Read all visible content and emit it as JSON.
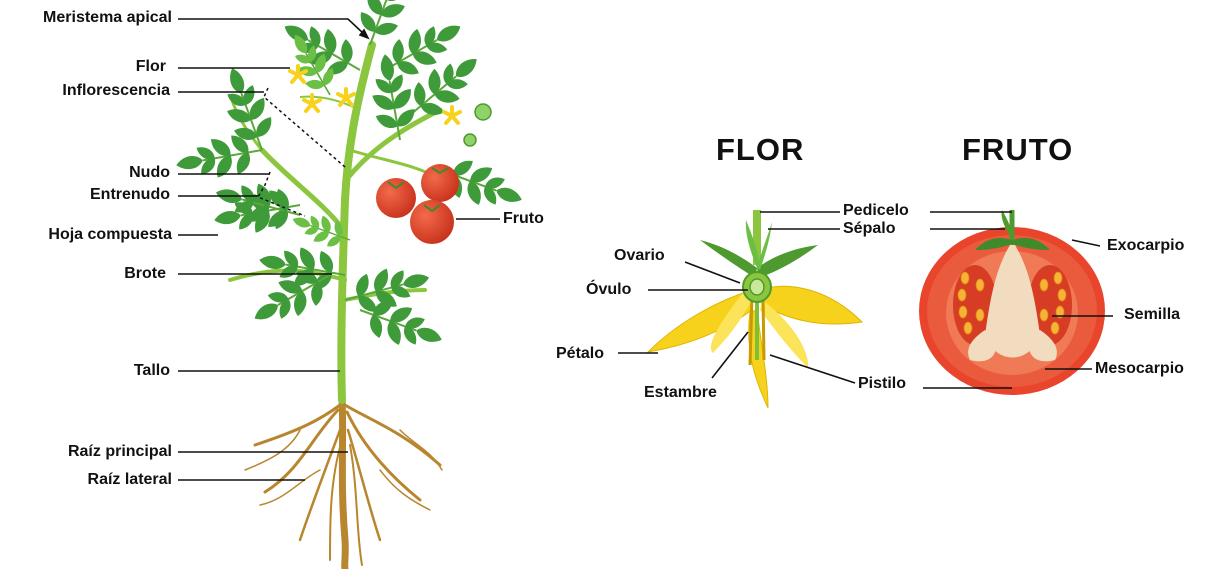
{
  "plant": {
    "labels": {
      "meristema": "Meristema apical",
      "flor": "Flor",
      "inflorescencia": "Inflorescencia",
      "nudo": "Nudo",
      "entrenudo": "Entrenudo",
      "hoja": "Hoja compuesta",
      "brote": "Brote",
      "tallo": "Tallo",
      "raiz_principal": "Raíz principal",
      "raiz_lateral": "Raíz lateral",
      "fruto": "Fruto"
    }
  },
  "flower": {
    "heading": "FLOR",
    "labels": {
      "pedicelo": "Pedicelo",
      "sepalo": "Sépalo",
      "ovario": "Ovario",
      "ovulo": "Óvulo",
      "petalo": "Pétalo",
      "estambre": "Estambre",
      "pistilo": "Pistilo"
    }
  },
  "fruit": {
    "heading": "FRUTO",
    "labels": {
      "exocarpio": "Exocarpio",
      "semilla": "Semilla",
      "mesocarpio": "Mesocarpio"
    }
  },
  "colors": {
    "leaf": "#3f9a3a",
    "leaf_light": "#6cbf45",
    "stem": "#8cc63f",
    "root": "#b8862e",
    "tomato": "#e8452c",
    "tomato_dark": "#c7321c",
    "petal": "#f6d21c",
    "flesh": "#f2dcc0"
  }
}
